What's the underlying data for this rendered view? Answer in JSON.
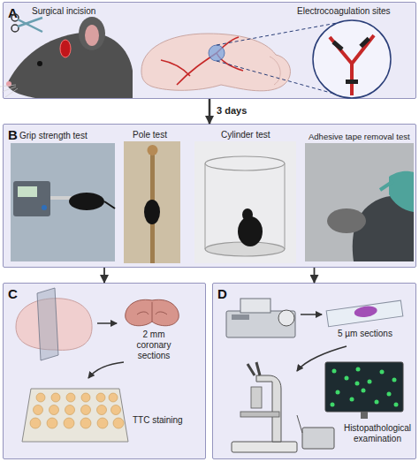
{
  "diagram": {
    "nodes": [
      {
        "text": [
          "A"
        ]
      },
      {
        "text": [
          "B"
        ]
      },
      {
        "text": [
          "C"
        ]
      },
      {
        "text": [
          "D"
        ]
      }
    ],
    "edges": [
      {
        "from": 0,
        "to": 1,
        "arrow": "to",
        "label": "3 days"
      },
      {
        "from": 1,
        "to": 2,
        "arrow": "to"
      },
      {
        "from": 1,
        "to": 3,
        "arrow": "to"
      }
    ],
    "labels": [
      "Surgical incision",
      "Electrocoagulation sites",
      "Grip strength test",
      "Pole test",
      "Cylinder test",
      "Adhesive tape removal test",
      "2 mm coronary sections",
      "TTC staining",
      "5 µm sections",
      "Histopathological examination"
    ]
  }
}
